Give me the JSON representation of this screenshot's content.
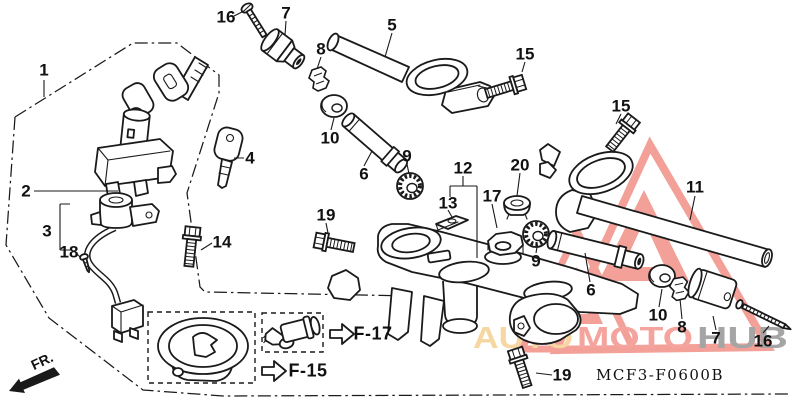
{
  "diagram": {
    "part_code": "MCF3-F0600B",
    "fr_label": "FR.",
    "ref_f17": "F-17",
    "ref_f15": "F-15",
    "callouts": [
      "1",
      "16",
      "7",
      "8",
      "5",
      "15",
      "10",
      "6",
      "9",
      "4",
      "2",
      "3",
      "18",
      "14",
      "19",
      "12",
      "13",
      "17",
      "20",
      "15",
      "11",
      "9",
      "6",
      "10",
      "8",
      "7",
      "16",
      "19"
    ]
  },
  "watermark": {
    "segments": [
      {
        "text": "AUTO",
        "color": "#f6d7a2"
      },
      {
        "text": "MOTO",
        "color": "#f4a49d"
      },
      {
        "text": "HUB",
        "color": "#a5a5a5"
      }
    ],
    "triangle_color": "#f3a099"
  }
}
